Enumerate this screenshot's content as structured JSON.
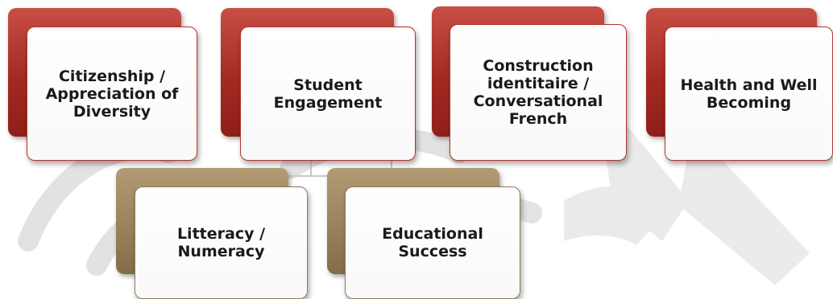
{
  "diagram": {
    "colors": {
      "top_row_accent": "#a32a22",
      "bottom_row_accent": "#97805a",
      "card_fill": "#ffffff",
      "text": "#1a1a1a",
      "watermark": "#d9d9d9"
    },
    "top_row": [
      {
        "label": "Citizenship /\nAppreciation of\nDiversity"
      },
      {
        "label": "Student\nEngagement"
      },
      {
        "label": "Construction\nidentitaire /\nConversational\nFrench"
      },
      {
        "label": "Health and Well\nBecoming"
      }
    ],
    "bottom_row": [
      {
        "label": "Litteracy /\nNumeracy"
      },
      {
        "label": "Educational\nSuccess"
      }
    ]
  }
}
